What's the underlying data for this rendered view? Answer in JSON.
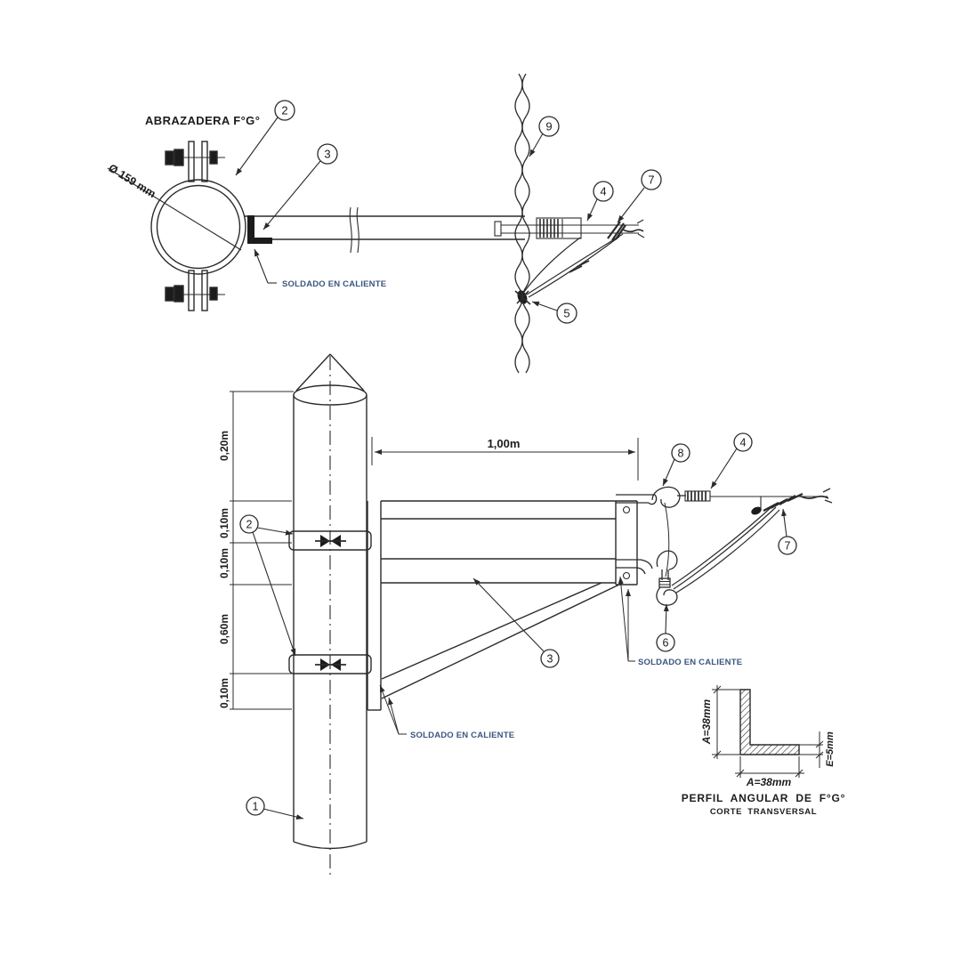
{
  "labels": {
    "clamp_title": "ABRAZADERA F°G°",
    "diameter": "Ø 159 mm",
    "weld": "SOLDADO EN CALIENTE",
    "arm_length": "1,00m",
    "profile_title": "PERFIL ANGULAR DE F°G°",
    "profile_subtitle": "CORTE TRANSVERSAL",
    "profile_dim_a_vert": "A=38mm",
    "profile_dim_a_horiz": "A=38mm",
    "profile_dim_e": "E=5mm"
  },
  "dimensions": {
    "pole_chain": [
      "0,20m",
      "0,10m",
      "0,10m",
      "0,60m",
      "0,10m"
    ]
  },
  "callouts": {
    "n1": "1",
    "n2": "2",
    "n3": "3",
    "n4": "4",
    "n5": "5",
    "n6": "6",
    "n7": "7",
    "n8": "8",
    "n9": "9"
  },
  "colors": {
    "line": "#2b2b2b",
    "text": "#1c1c1c",
    "weld_text": "#3a567f",
    "background": "#ffffff"
  }
}
